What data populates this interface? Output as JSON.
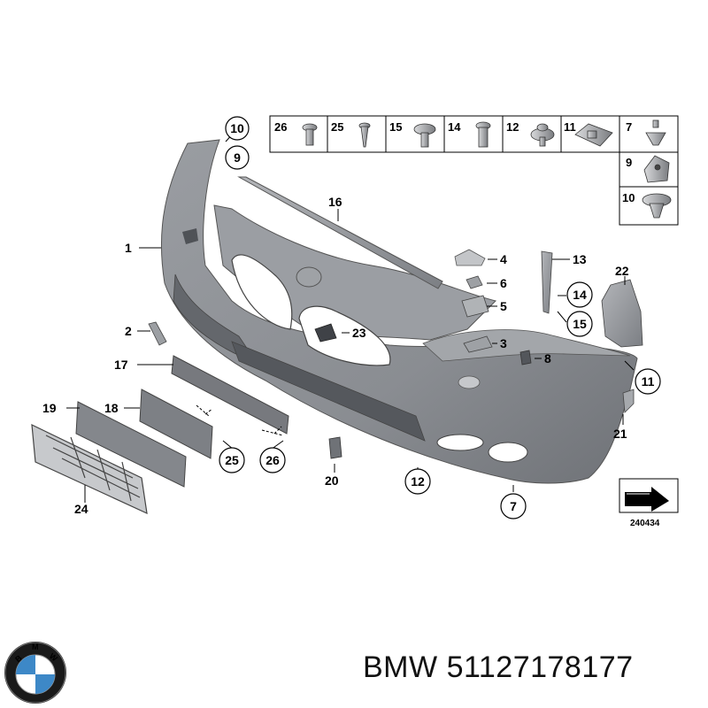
{
  "diagram": {
    "callouts": {
      "c1": "1",
      "c2": "2",
      "c3": "3",
      "c4": "4",
      "c5": "5",
      "c6": "6",
      "c7": "7",
      "c8": "8",
      "c9": "9",
      "c10": "10",
      "c11": "11",
      "c12": "12",
      "c13": "13",
      "c14": "14",
      "c15": "15",
      "c16": "16",
      "c17": "17",
      "c18": "18",
      "c19": "19",
      "c20": "20",
      "c21": "21",
      "c22": "22",
      "c23": "23",
      "c24": "24",
      "c25": "25",
      "c26": "26"
    },
    "fastener_table": {
      "t26": "26",
      "t25": "25",
      "t15": "15",
      "t14": "14",
      "t12": "12",
      "t11": "11",
      "t7": "7",
      "t9": "9",
      "t10": "10"
    },
    "diagram_number": "240434"
  },
  "footer": {
    "brand": "BMW",
    "part_number": "51127178177",
    "logo_letters": "BMW"
  },
  "colors": {
    "bumper": "#8e9196",
    "bumper_dark": "#5e6166",
    "part_gray": "#a6a9ad",
    "line": "#000000",
    "logo_blue": "#3d88c7"
  }
}
